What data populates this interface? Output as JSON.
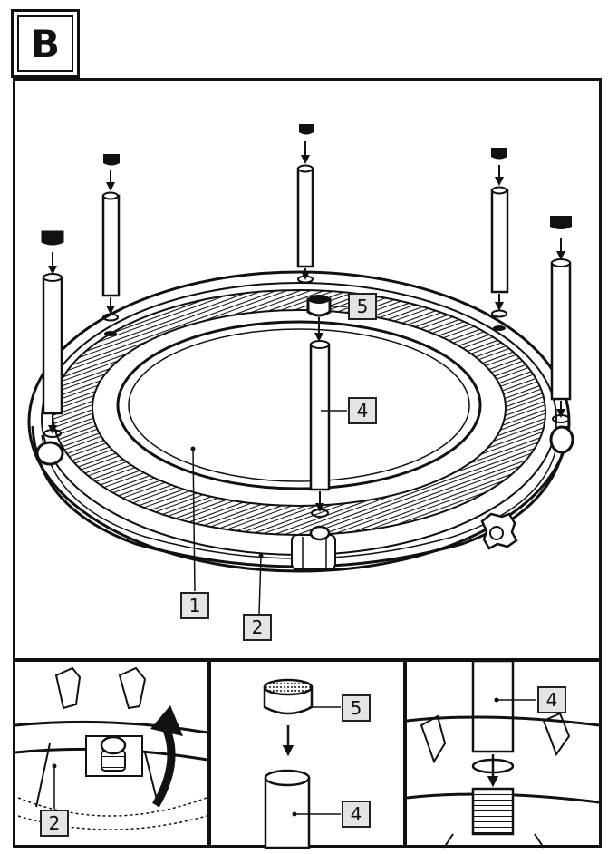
{
  "section": {
    "letter": "B"
  },
  "main": {
    "callouts": [
      {
        "id": "5",
        "text": "5"
      },
      {
        "id": "4",
        "text": "4"
      },
      {
        "id": "1",
        "text": "1"
      },
      {
        "id": "2",
        "text": "2"
      }
    ]
  },
  "insets": {
    "left": {
      "callout": "2"
    },
    "middle": {
      "callout_top": "5",
      "callout_bottom": "4"
    },
    "right": {
      "callout": "4"
    }
  }
}
